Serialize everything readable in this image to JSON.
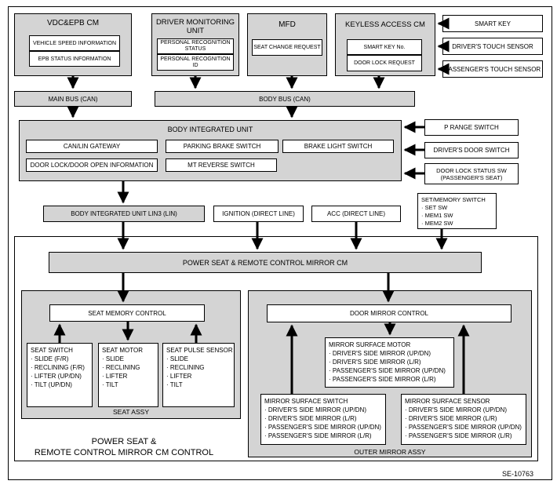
{
  "top": {
    "vdc": {
      "title": "VDC&EPB CM",
      "items": [
        "VEHICLE SPEED INFORMATION",
        "EPB STATUS INFORMATION"
      ]
    },
    "dmu": {
      "title": "DRIVER MONITORING UNIT",
      "items": [
        "PERSONAL RECOGNITION STATUS",
        "PERSONAL RECOGNITION ID"
      ]
    },
    "mfd": {
      "title": "MFD",
      "items": [
        "SEAT CHANGE REQUEST"
      ]
    },
    "keyless": {
      "title": "KEYLESS ACCESS CM",
      "items": [
        "SMART KEY No.",
        "DOOR LOCK REQUEST"
      ]
    }
  },
  "inputs_right": [
    "SMART KEY",
    "DRIVER'S TOUCH SENSOR",
    "PASSENGER'S TOUCH SENSOR"
  ],
  "buses": {
    "main": "MAIN BUS (CAN)",
    "body": "BODY BUS (CAN)"
  },
  "biu": {
    "title": "BODY INTEGRATED UNIT",
    "items": [
      "CAN/LIN GATEWAY",
      "PARKING BRAKE SWITCH",
      "BRAKE LIGHT SWITCH",
      "DOOR LOCK/DOOR OPEN INFORMATION",
      "MT REVERSE SWITCH"
    ]
  },
  "biu_inputs": [
    "P RANGE SWITCH",
    "DRIVER'S DOOR SWITCH",
    "DOOR LOCK STATUS SW (PASSENGER'S SEAT)"
  ],
  "lines": {
    "lin3": "BODY INTEGRATED UNIT LIN3 (LIN)",
    "ign": "IGNITION (DIRECT LINE)",
    "acc": "ACC (DIRECT LINE)"
  },
  "set_memory": {
    "title": "SET/MEMORY SWITCH",
    "items": [
      "· SET SW",
      "· MEM1 SW",
      "· MEM2 SW"
    ]
  },
  "cm": "POWER SEAT & REMOTE CONTROL MIRROR CM",
  "seat": {
    "control": "SEAT MEMORY CONTROL",
    "assy": "SEAT ASSY",
    "switch": {
      "title": "SEAT SWITCH",
      "items": [
        "· SLIDE (F/R)",
        "· RECLINING (F/R)",
        "· LIFTER (UP/DN)",
        "· TILT (UP/DN)"
      ]
    },
    "motor": {
      "title": "SEAT MOTOR",
      "items": [
        "· SLIDE",
        "· RECLINING",
        "· LIFTER",
        "· TILT"
      ]
    },
    "pulse": {
      "title": "SEAT PULSE SENSOR",
      "items": [
        "· SLIDE",
        "· RECLINING",
        "· LIFTER",
        "· TILT"
      ]
    }
  },
  "mirror": {
    "control": "DOOR MIRROR CONTROL",
    "assy": "OUTER MIRROR ASSY",
    "motor": {
      "title": "MIRROR SURFACE MOTOR",
      "items": [
        "· DRIVER'S SIDE MIRROR (UP/DN)",
        "· DRIVER'S SIDE MIRROR (L/R)",
        "· PASSENGER'S SIDE MIRROR (UP/DN)",
        "· PASSENGER'S SIDE MIRROR (L/R)"
      ]
    },
    "switch": {
      "title": "MIRROR SURFACE SWITCH",
      "items": [
        "· DRIVER'S SIDE MIRROR (UP/DN)",
        "· DRIVER'S SIDE MIRROR (L/R)",
        "· PASSENGER'S SIDE MIRROR (UP/DN)",
        "· PASSENGER'S SIDE MIRROR (L/R)"
      ]
    },
    "sensor": {
      "title": "MIRROR SURFACE SENSOR",
      "items": [
        "· DRIVER'S SIDE MIRROR (UP/DN)",
        "· DRIVER'S SIDE MIRROR (L/R)",
        "· PASSENGER'S SIDE MIRROR (UP/DN)",
        "· PASSENGER'S SIDE MIRROR (L/R)"
      ]
    }
  },
  "system_label": [
    "POWER SEAT &",
    "REMOTE CONTROL MIRROR CM CONTROL"
  ],
  "figure_id": "SE-10763"
}
